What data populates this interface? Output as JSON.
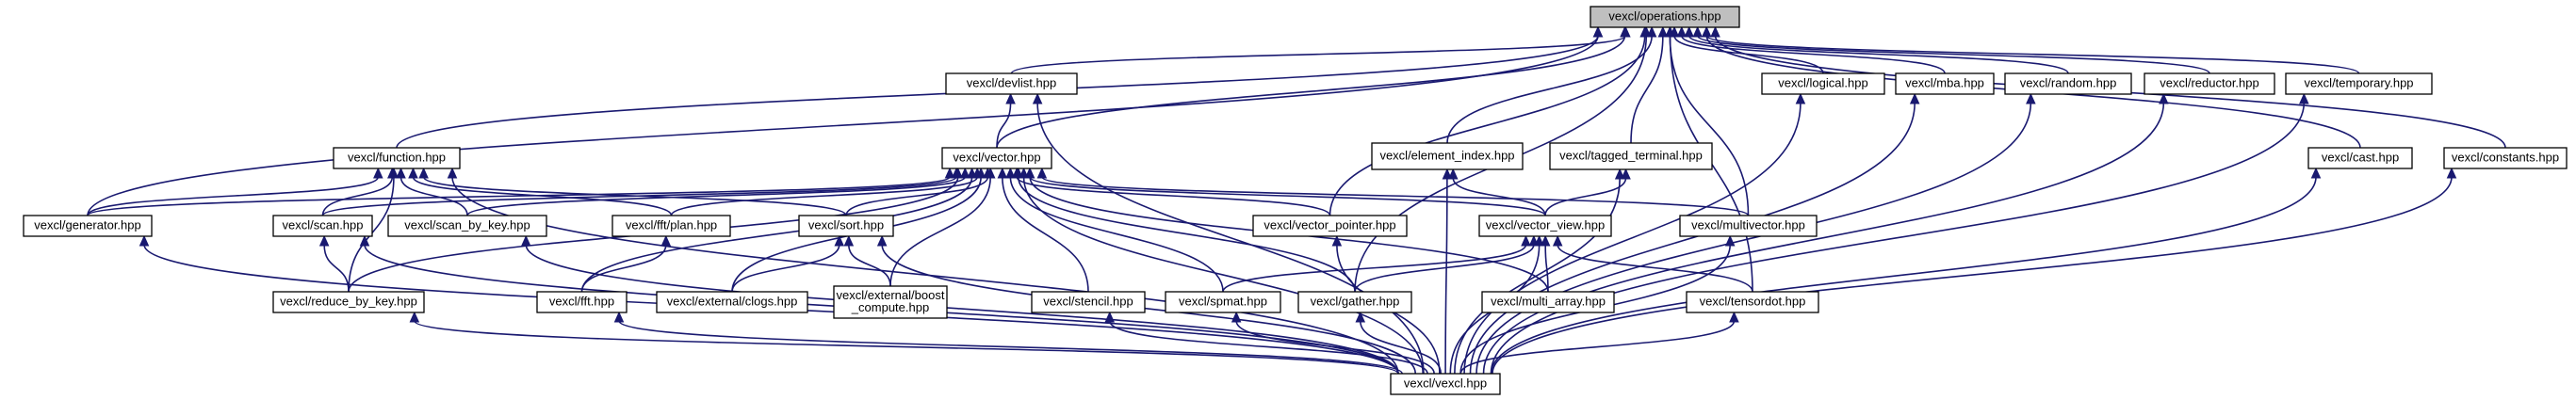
{
  "graph": {
    "title": "vexcl/operations.hpp",
    "colors": {
      "edge": "#191970",
      "root_fill": "#bfbfbf",
      "node_fill": "#ffffff",
      "node_border": "#000000"
    },
    "nodes": [
      {
        "id": "operations",
        "lines": [
          "vexcl/operations.hpp"
        ],
        "root": true
      },
      {
        "id": "devlist",
        "lines": [
          "vexcl/devlist.hpp"
        ]
      },
      {
        "id": "logical",
        "lines": [
          "vexcl/logical.hpp"
        ]
      },
      {
        "id": "mba",
        "lines": [
          "vexcl/mba.hpp"
        ]
      },
      {
        "id": "random",
        "lines": [
          "vexcl/random.hpp"
        ]
      },
      {
        "id": "reductor",
        "lines": [
          "vexcl/reductor.hpp"
        ]
      },
      {
        "id": "temporary",
        "lines": [
          "vexcl/temporary.hpp"
        ]
      },
      {
        "id": "function",
        "lines": [
          "vexcl/function.hpp"
        ]
      },
      {
        "id": "vector",
        "lines": [
          "vexcl/vector.hpp"
        ]
      },
      {
        "id": "element_index",
        "lines": [
          "vexcl/element_index.hpp"
        ]
      },
      {
        "id": "tagged_terminal",
        "lines": [
          "vexcl/tagged_terminal.hpp"
        ]
      },
      {
        "id": "cast",
        "lines": [
          "vexcl/cast.hpp"
        ]
      },
      {
        "id": "constants",
        "lines": [
          "vexcl/constants.hpp"
        ]
      },
      {
        "id": "generator",
        "lines": [
          "vexcl/generator.hpp"
        ]
      },
      {
        "id": "scan",
        "lines": [
          "vexcl/scan.hpp"
        ]
      },
      {
        "id": "scan_by_key",
        "lines": [
          "vexcl/scan_by_key.hpp"
        ]
      },
      {
        "id": "fft_plan",
        "lines": [
          "vexcl/fft/plan.hpp"
        ]
      },
      {
        "id": "sort",
        "lines": [
          "vexcl/sort.hpp"
        ]
      },
      {
        "id": "vector_pointer",
        "lines": [
          "vexcl/vector_pointer.hpp"
        ]
      },
      {
        "id": "vector_view",
        "lines": [
          "vexcl/vector_view.hpp"
        ]
      },
      {
        "id": "multivector",
        "lines": [
          "vexcl/multivector.hpp"
        ]
      },
      {
        "id": "reduce_by_key",
        "lines": [
          "vexcl/reduce_by_key.hpp"
        ]
      },
      {
        "id": "fft",
        "lines": [
          "vexcl/fft.hpp"
        ]
      },
      {
        "id": "clogs",
        "lines": [
          "vexcl/external/clogs.hpp"
        ]
      },
      {
        "id": "boost_compute",
        "lines": [
          "vexcl/external/boost",
          "_compute.hpp"
        ]
      },
      {
        "id": "stencil",
        "lines": [
          "vexcl/stencil.hpp"
        ]
      },
      {
        "id": "spmat",
        "lines": [
          "vexcl/spmat.hpp"
        ]
      },
      {
        "id": "gather",
        "lines": [
          "vexcl/gather.hpp"
        ]
      },
      {
        "id": "multi_array",
        "lines": [
          "vexcl/multi_array.hpp"
        ]
      },
      {
        "id": "tensordot",
        "lines": [
          "vexcl/tensordot.hpp"
        ]
      },
      {
        "id": "vexcl",
        "lines": [
          "vexcl/vexcl.hpp"
        ]
      }
    ],
    "edges": [
      [
        "devlist",
        "operations"
      ],
      [
        "logical",
        "operations"
      ],
      [
        "mba",
        "operations"
      ],
      [
        "random",
        "operations"
      ],
      [
        "reductor",
        "operations"
      ],
      [
        "temporary",
        "operations"
      ],
      [
        "function",
        "operations"
      ],
      [
        "vector",
        "operations"
      ],
      [
        "element_index",
        "operations"
      ],
      [
        "tagged_terminal",
        "operations"
      ],
      [
        "cast",
        "operations"
      ],
      [
        "constants",
        "operations"
      ],
      [
        "generator",
        "operations"
      ],
      [
        "vector_pointer",
        "operations"
      ],
      [
        "multivector",
        "operations"
      ],
      [
        "gather",
        "operations"
      ],
      [
        "tensordot",
        "operations"
      ],
      [
        "vector",
        "devlist"
      ],
      [
        "vexcl",
        "devlist"
      ],
      [
        "generator",
        "function"
      ],
      [
        "scan",
        "function"
      ],
      [
        "scan_by_key",
        "function"
      ],
      [
        "fft_plan",
        "function"
      ],
      [
        "sort",
        "function"
      ],
      [
        "reduce_by_key",
        "function"
      ],
      [
        "vexcl",
        "function"
      ],
      [
        "generator",
        "vector"
      ],
      [
        "scan",
        "vector"
      ],
      [
        "scan_by_key",
        "vector"
      ],
      [
        "fft_plan",
        "vector"
      ],
      [
        "sort",
        "vector"
      ],
      [
        "vector_pointer",
        "vector"
      ],
      [
        "vector_view",
        "vector"
      ],
      [
        "multivector",
        "vector"
      ],
      [
        "reduce_by_key",
        "vector"
      ],
      [
        "fft",
        "vector"
      ],
      [
        "clogs",
        "vector"
      ],
      [
        "boost_compute",
        "vector"
      ],
      [
        "stencil",
        "vector"
      ],
      [
        "spmat",
        "vector"
      ],
      [
        "gather",
        "vector"
      ],
      [
        "multi_array",
        "vector"
      ],
      [
        "vexcl",
        "vector"
      ],
      [
        "vector_view",
        "element_index"
      ],
      [
        "vexcl",
        "element_index"
      ],
      [
        "vector_view",
        "tagged_terminal"
      ],
      [
        "vexcl",
        "tagged_terminal"
      ],
      [
        "reduce_by_key",
        "scan"
      ],
      [
        "vexcl",
        "scan"
      ],
      [
        "fft",
        "fft_plan"
      ],
      [
        "clogs",
        "sort"
      ],
      [
        "boost_compute",
        "sort"
      ],
      [
        "vexcl",
        "sort"
      ],
      [
        "spmat",
        "vector_view"
      ],
      [
        "gather",
        "vector_view"
      ],
      [
        "multi_array",
        "vector_view"
      ],
      [
        "tensordot",
        "vector_view"
      ],
      [
        "vexcl",
        "vector_view"
      ],
      [
        "vexcl",
        "logical"
      ],
      [
        "vexcl",
        "mba"
      ],
      [
        "vexcl",
        "random"
      ],
      [
        "vexcl",
        "reductor"
      ],
      [
        "vexcl",
        "temporary"
      ],
      [
        "vexcl",
        "cast"
      ],
      [
        "vexcl",
        "constants"
      ],
      [
        "vexcl",
        "generator"
      ],
      [
        "vexcl",
        "scan_by_key"
      ],
      [
        "vexcl",
        "vector_pointer"
      ],
      [
        "vexcl",
        "multivector"
      ],
      [
        "vexcl",
        "reduce_by_key"
      ],
      [
        "vexcl",
        "fft"
      ],
      [
        "vexcl",
        "stencil"
      ],
      [
        "vexcl",
        "spmat"
      ],
      [
        "vexcl",
        "gather"
      ],
      [
        "vexcl",
        "tensordot"
      ]
    ]
  }
}
